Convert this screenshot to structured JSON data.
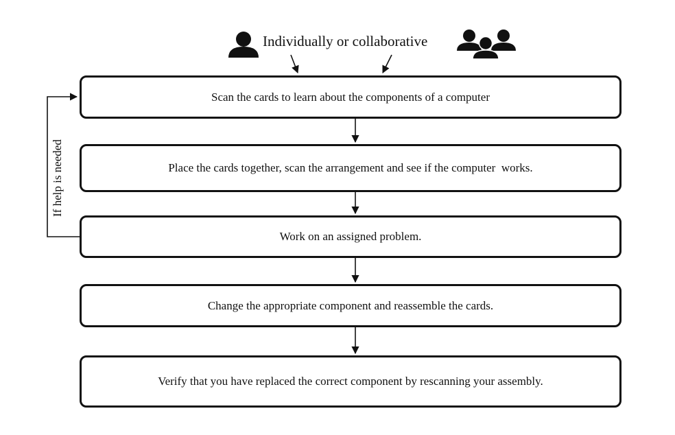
{
  "header": {
    "label": "Individually or collaborative",
    "individual_icon": "person-icon",
    "group_icon": "group-icon"
  },
  "steps": [
    {
      "label": "Scan the cards to learn about the components of a computer"
    },
    {
      "label": "Place the cards together, scan the arrangement and see if the computer  works."
    },
    {
      "label": "Work on an assigned problem."
    },
    {
      "label": "Change the appropriate component and reassemble the cards."
    },
    {
      "label": "Verify that you have replaced the correct component by rescanning your assembly."
    }
  ],
  "loop": {
    "label": "If help is needed"
  }
}
